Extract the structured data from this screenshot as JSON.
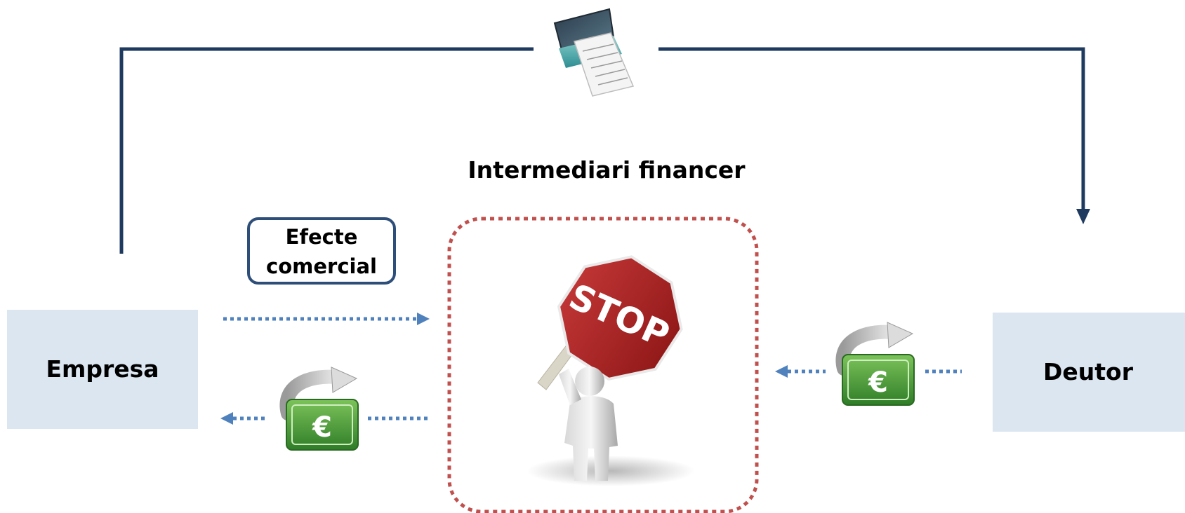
{
  "diagram": {
    "title": "Intermediari financer",
    "nodes": {
      "left": "Empresa",
      "right": "Deutor"
    },
    "document_label": "Efecte comercial",
    "document_label_lines": [
      "Efecte",
      "comercial"
    ],
    "currency_symbol": "€",
    "sign_text": "STOP",
    "colors": {
      "node_fill": "#dce6f1",
      "connector": "#1f3a5f",
      "dotted_arrow": "#4f81bd",
      "dashed_frame": "#c0504d",
      "stop_sign": "#a31f1f",
      "money_green": "#4e9a3a"
    }
  }
}
